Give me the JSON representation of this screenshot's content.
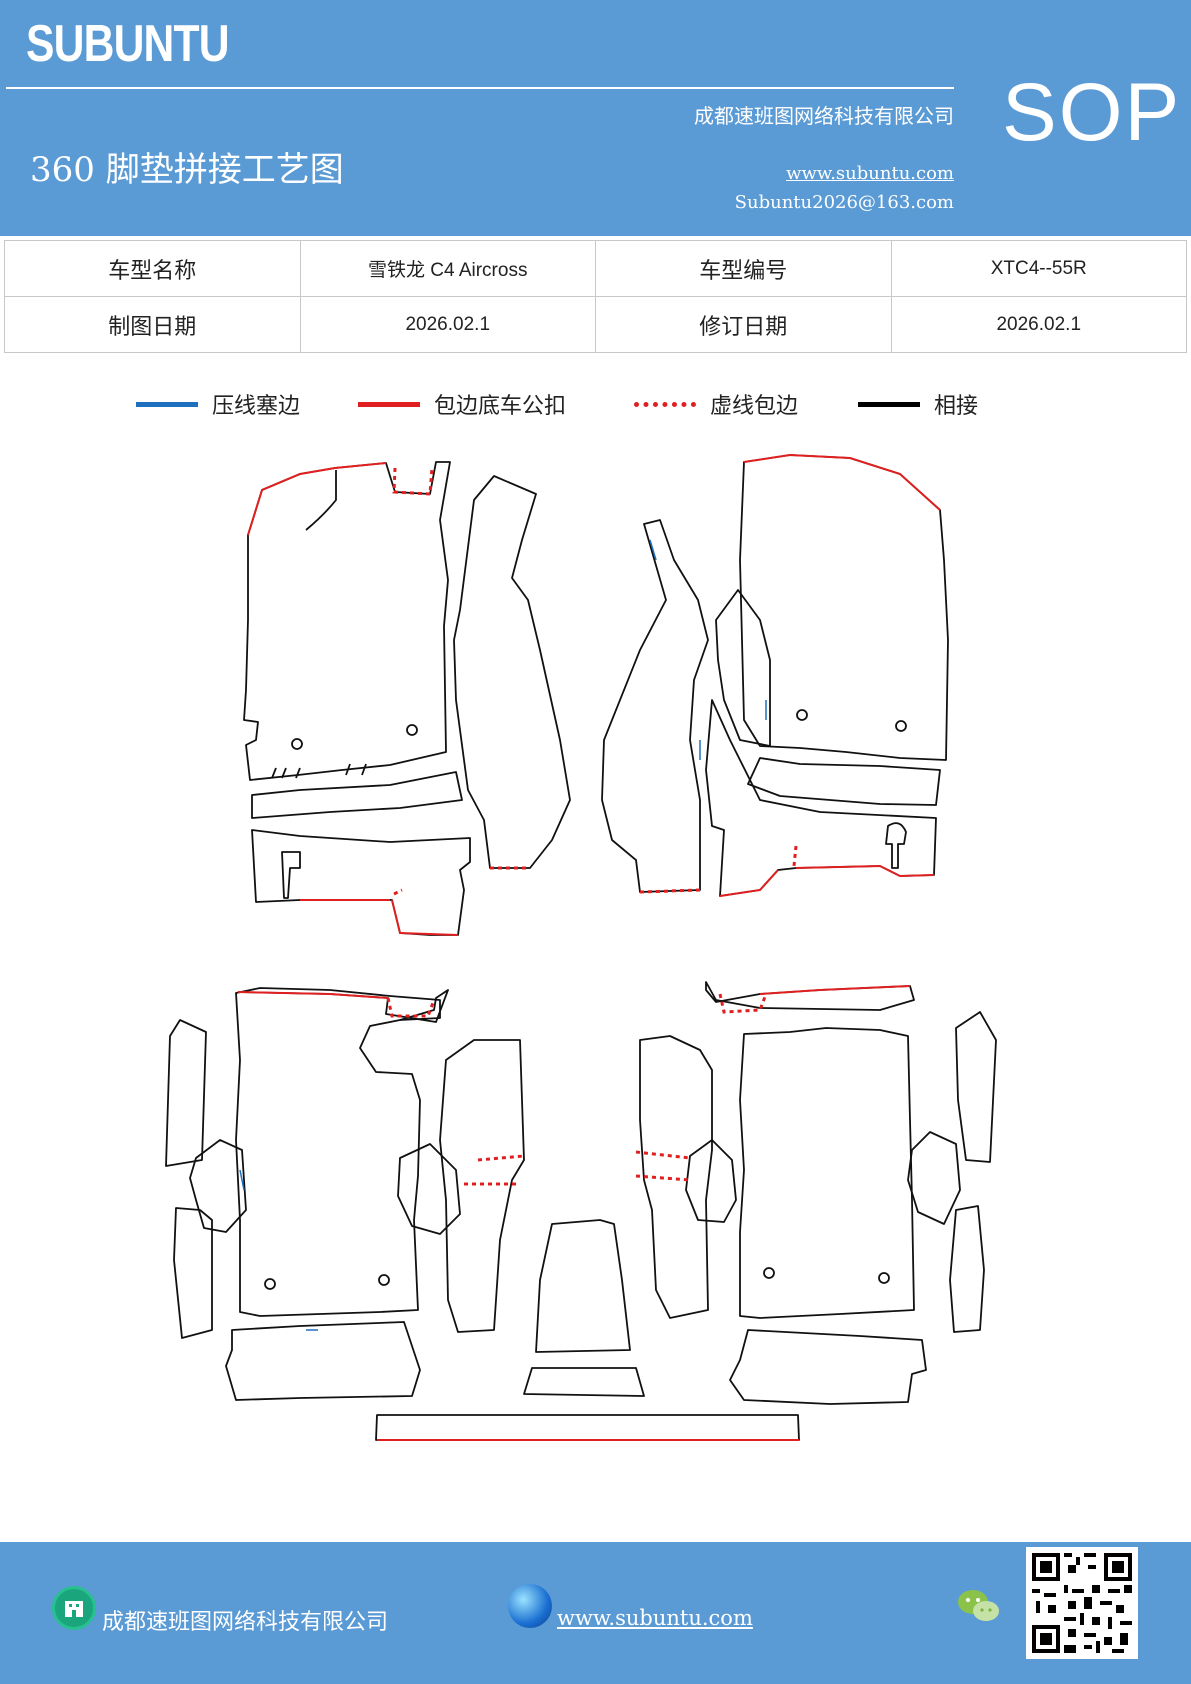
{
  "header": {
    "brand": "SUBUNTU",
    "company": "成都速班图网络科技有限公司",
    "sop": "SOP",
    "title": "360 脚垫拼接工艺图",
    "website": "www.subuntu.com",
    "email": "Subuntu2026@163.com"
  },
  "info": {
    "row1": {
      "label1": "车型名称",
      "value1": "雪铁龙 C4 Aircross",
      "label2": "车型编号",
      "value2": "XTC4--55R"
    },
    "row2": {
      "label1": "制图日期",
      "value1": "2026.02.1",
      "label2": "修订日期",
      "value2": "2026.02.1"
    }
  },
  "legend": [
    {
      "label": "压线塞边",
      "color": "#1f6fbf",
      "style": "solid"
    },
    {
      "label": "包边底车公扣",
      "color": "#e02020",
      "style": "solid"
    },
    {
      "label": "虚线包边",
      "color": "#e02020",
      "style": "dotted"
    },
    {
      "label": "相接",
      "color": "#000000",
      "style": "solid"
    }
  ],
  "footer": {
    "company": "成都速班图网络科技有限公司",
    "website": "www.subuntu.com"
  },
  "icons": {
    "company": "building-icon",
    "web": "globe-icon",
    "wechat": "wechat-icon",
    "qr": "qr-code-icon"
  }
}
